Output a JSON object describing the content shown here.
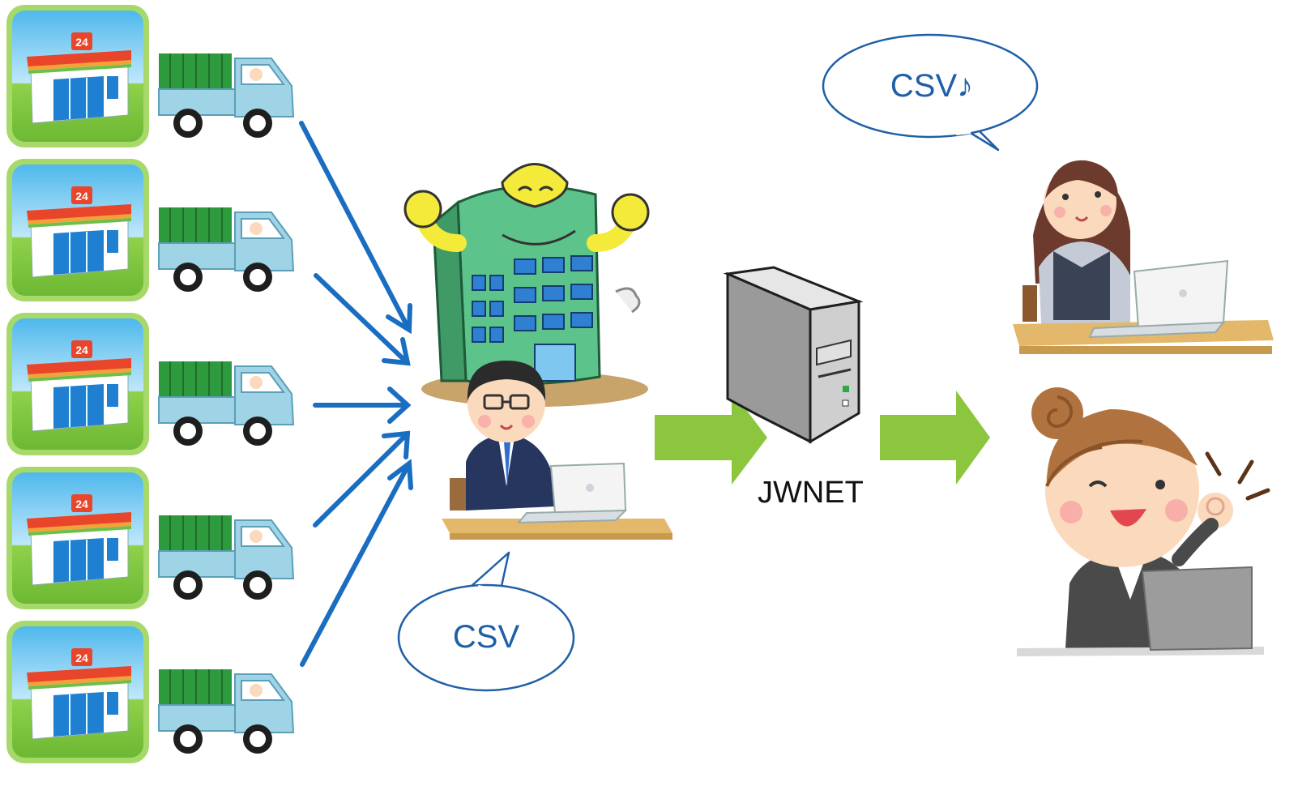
{
  "diagram": {
    "stores": [
      {
        "name": "convenience-store",
        "badge": "24"
      },
      {
        "name": "convenience-store",
        "badge": "24"
      },
      {
        "name": "convenience-store",
        "badge": "24"
      },
      {
        "name": "convenience-store",
        "badge": "24"
      },
      {
        "name": "convenience-store",
        "badge": "24"
      }
    ],
    "staff_bubble": "CSV",
    "server_label": "JWNET",
    "receiver_bubble": "CSV♪",
    "colors": {
      "arrow_blue": "#1a6ec1",
      "arrow_green": "#8cc63f",
      "bubble_border": "#1f5fa8",
      "bubble_text": "#1f5fa8"
    },
    "icons": [
      "store-icon",
      "truck-icon",
      "building-character-icon",
      "office-worker-icon",
      "server-icon",
      "woman-laptop-icon",
      "woman-ok-gesture-icon"
    ]
  }
}
